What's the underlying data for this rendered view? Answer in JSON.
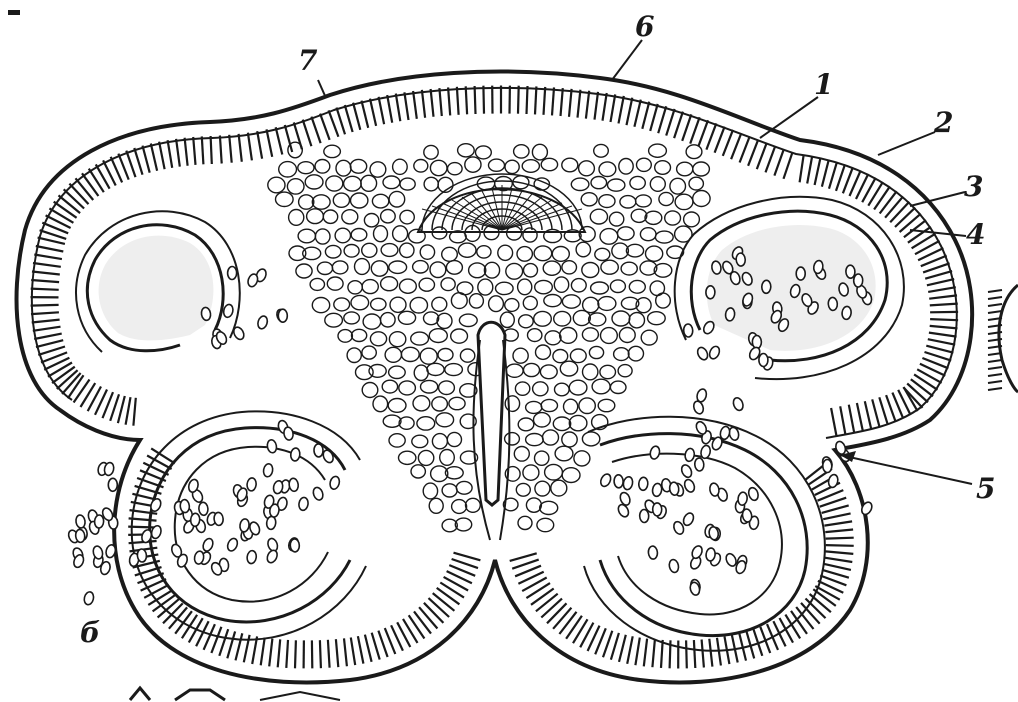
{
  "labels": {
    "l1": "1",
    "l2": "2",
    "l3": "3",
    "l4": "4",
    "l5": "5",
    "l6": "6",
    "l7": "7",
    "lb": "б"
  },
  "colors": {
    "ink": "#1a1a1a",
    "paper": "#ffffff",
    "cavity": "#eeeeee"
  }
}
